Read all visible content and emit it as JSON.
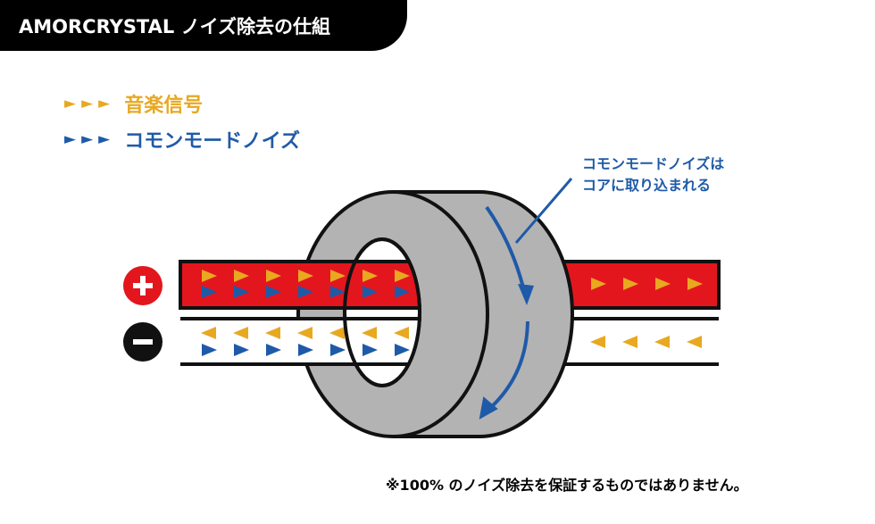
{
  "header": {
    "title": "AMORCRYSTAL ノイズ除去の仕組"
  },
  "legend": [
    {
      "symbol": "►►►",
      "label": "音楽信号",
      "color": "#e8a820"
    },
    {
      "symbol": "►►►",
      "label": "コモンモードノイズ",
      "color": "#1f5aa8"
    }
  ],
  "callout": {
    "line1": "コモンモードノイズは",
    "line2": "コアに取り込まれる"
  },
  "note": "※100% のノイズ除去を保証するものではありません。",
  "terminals": {
    "plus": "+",
    "minus": "−"
  },
  "colors": {
    "signal": "#e8a820",
    "noise": "#1f5aa8",
    "cable_plus": "#e3161e",
    "core": "#b3b3b3"
  }
}
